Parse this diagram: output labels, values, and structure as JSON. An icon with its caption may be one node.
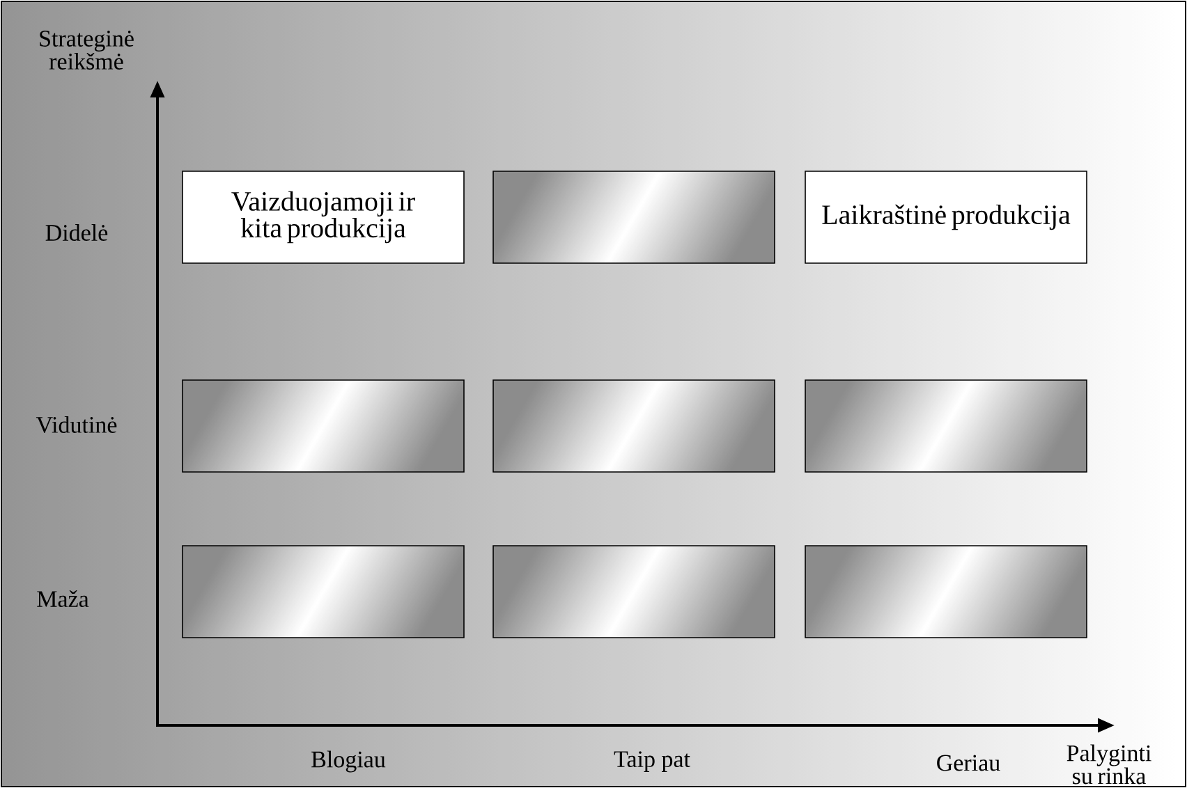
{
  "diagram": {
    "nodes": [
      {
        "text": [
          "Vaizduojamoji ir kita produkcija"
        ]
      },
      {
        "text": [],
        "shape": "box"
      },
      {
        "text": [
          "Laikraštinė produkcija"
        ]
      },
      {
        "text": [],
        "shape": "box"
      },
      {
        "text": [],
        "shape": "box"
      },
      {
        "text": [],
        "shape": "box"
      },
      {
        "text": [],
        "shape": "box"
      },
      {
        "text": [],
        "shape": "box"
      },
      {
        "text": [],
        "shape": "box"
      }
    ],
    "labels": [
      "Strateginė reikšmė",
      "Didelė",
      "Vidutinė",
      "Maža",
      "Blogiau",
      "Taip pat",
      "Geriau",
      "Palyginti su rinka"
    ]
  }
}
